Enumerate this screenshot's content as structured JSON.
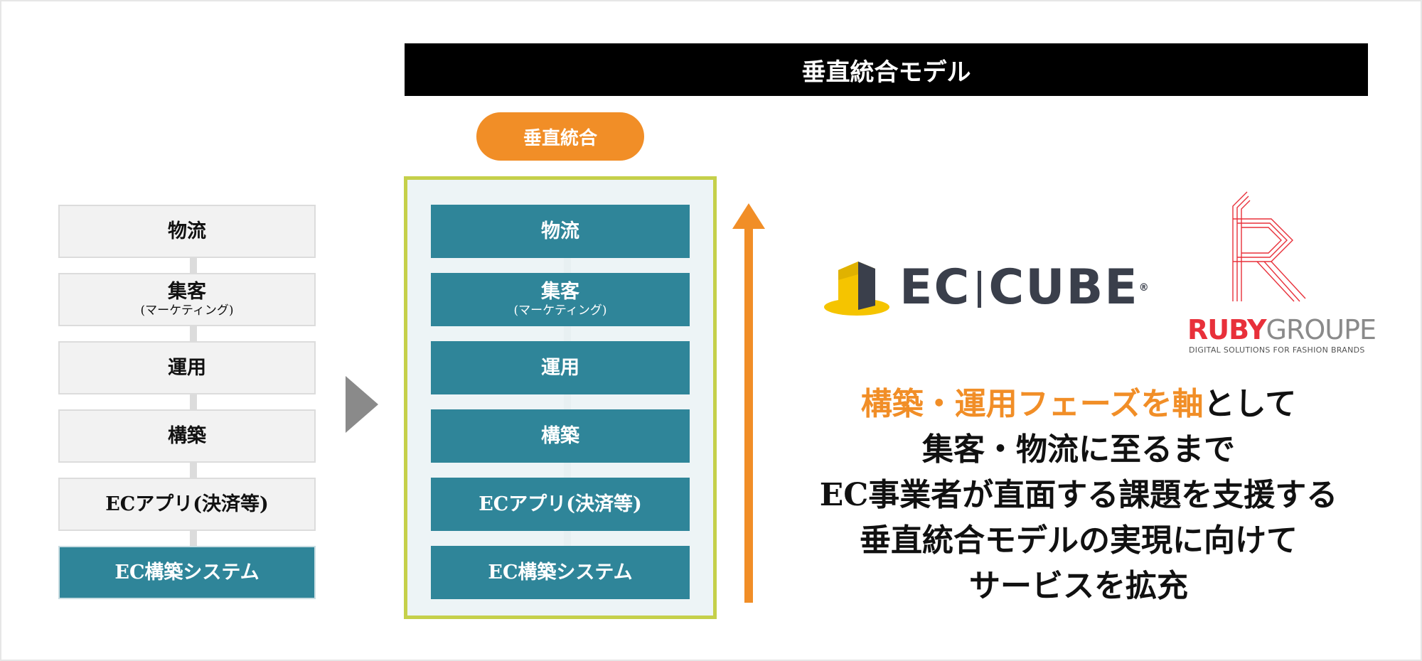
{
  "header": {
    "title": "垂直統合モデル"
  },
  "pill": {
    "label": "垂直統合"
  },
  "layers": [
    {
      "label": "物流",
      "sub": ""
    },
    {
      "label": "集客",
      "sub": "(マーケティング)"
    },
    {
      "label": "運用",
      "sub": ""
    },
    {
      "label": "構築",
      "sub": ""
    },
    {
      "label": "ECアプリ(決済等)",
      "sub": ""
    },
    {
      "label": "EC構築システム",
      "sub": ""
    }
  ],
  "logos": {
    "eccube": {
      "left": "EC",
      "right": "CUBE",
      "mark": "®"
    },
    "ruby": {
      "name_red": "RUBY",
      "name_gray": "GROUPE",
      "tagline": "DIGITAL SOLUTIONS FOR FASHION BRANDS"
    }
  },
  "message": {
    "line1_accent": "構築・運用フェーズを軸",
    "line1_rest": "として",
    "line2": "集客・物流に至るまで",
    "line3": "EC事業者が直面する課題を支援する",
    "line4": "垂直統合モデルの実現に向けて",
    "line5": "サービスを拡充"
  },
  "colors": {
    "teal": "#2f8599",
    "orange": "#f18e27",
    "lime_border": "#c5d04a",
    "ruby_red": "#e8303a",
    "eccube_dark": "#3a3f4b",
    "eccube_yellow": "#f5c400"
  }
}
